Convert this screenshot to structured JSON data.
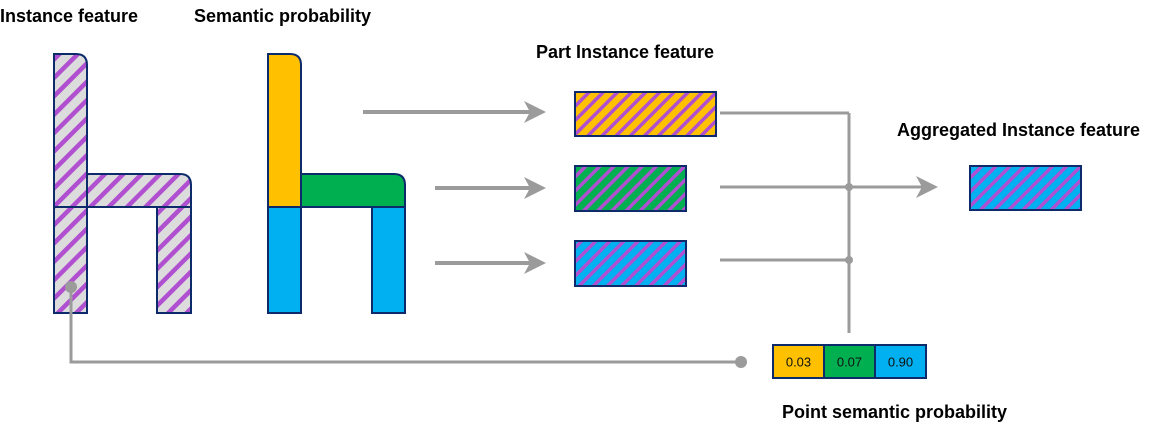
{
  "labels": {
    "instance_feature": "Instance feature",
    "semantic_probability": "Semantic probability",
    "part_instance_feature": "Part Instance feature",
    "aggregated_instance_feature": "Aggregated Instance feature",
    "point_semantic_probability": "Point semantic probability"
  },
  "colors": {
    "outline": "#0d2a6b",
    "connector": "#9b9b9b",
    "instance_base": "#dcdcdc",
    "stripe": "#b04fd0",
    "part_back": "#ffc000",
    "part_seat": "#00b050",
    "part_legs": "#00b0f0"
  },
  "semantic_parts": [
    {
      "name": "back",
      "color": "#ffc000"
    },
    {
      "name": "seat",
      "color": "#00b050"
    },
    {
      "name": "legs",
      "color": "#00b0f0"
    }
  ],
  "part_instance_features": [
    {
      "name": "back-part-feature",
      "color": "#ffc000"
    },
    {
      "name": "seat-part-feature",
      "color": "#00b050"
    },
    {
      "name": "legs-part-feature",
      "color": "#00b0f0"
    }
  ],
  "aggregated_feature": {
    "color": "#00b0f0"
  },
  "point_semantic_probability": [
    {
      "value": "0.03",
      "color": "#ffc000"
    },
    {
      "value": "0.07",
      "color": "#00b050"
    },
    {
      "value": "0.90",
      "color": "#00b0f0"
    }
  ]
}
